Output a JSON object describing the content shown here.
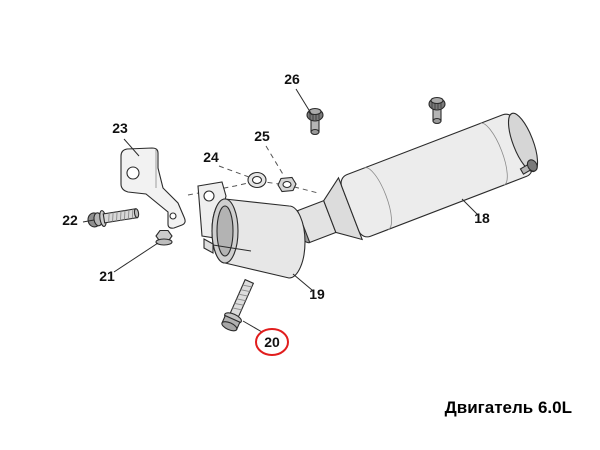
{
  "diagram": {
    "caption": "Двигатель 6.0L",
    "highlighted_part": "20",
    "highlight_color": "#e11d1d",
    "line_color": "#2b2b2b",
    "labels": {
      "part18": "18",
      "part19": "19",
      "part20": "20",
      "part21": "21",
      "part22": "22",
      "part23": "23",
      "part24": "24",
      "part25": "25",
      "part26": "26"
    }
  }
}
